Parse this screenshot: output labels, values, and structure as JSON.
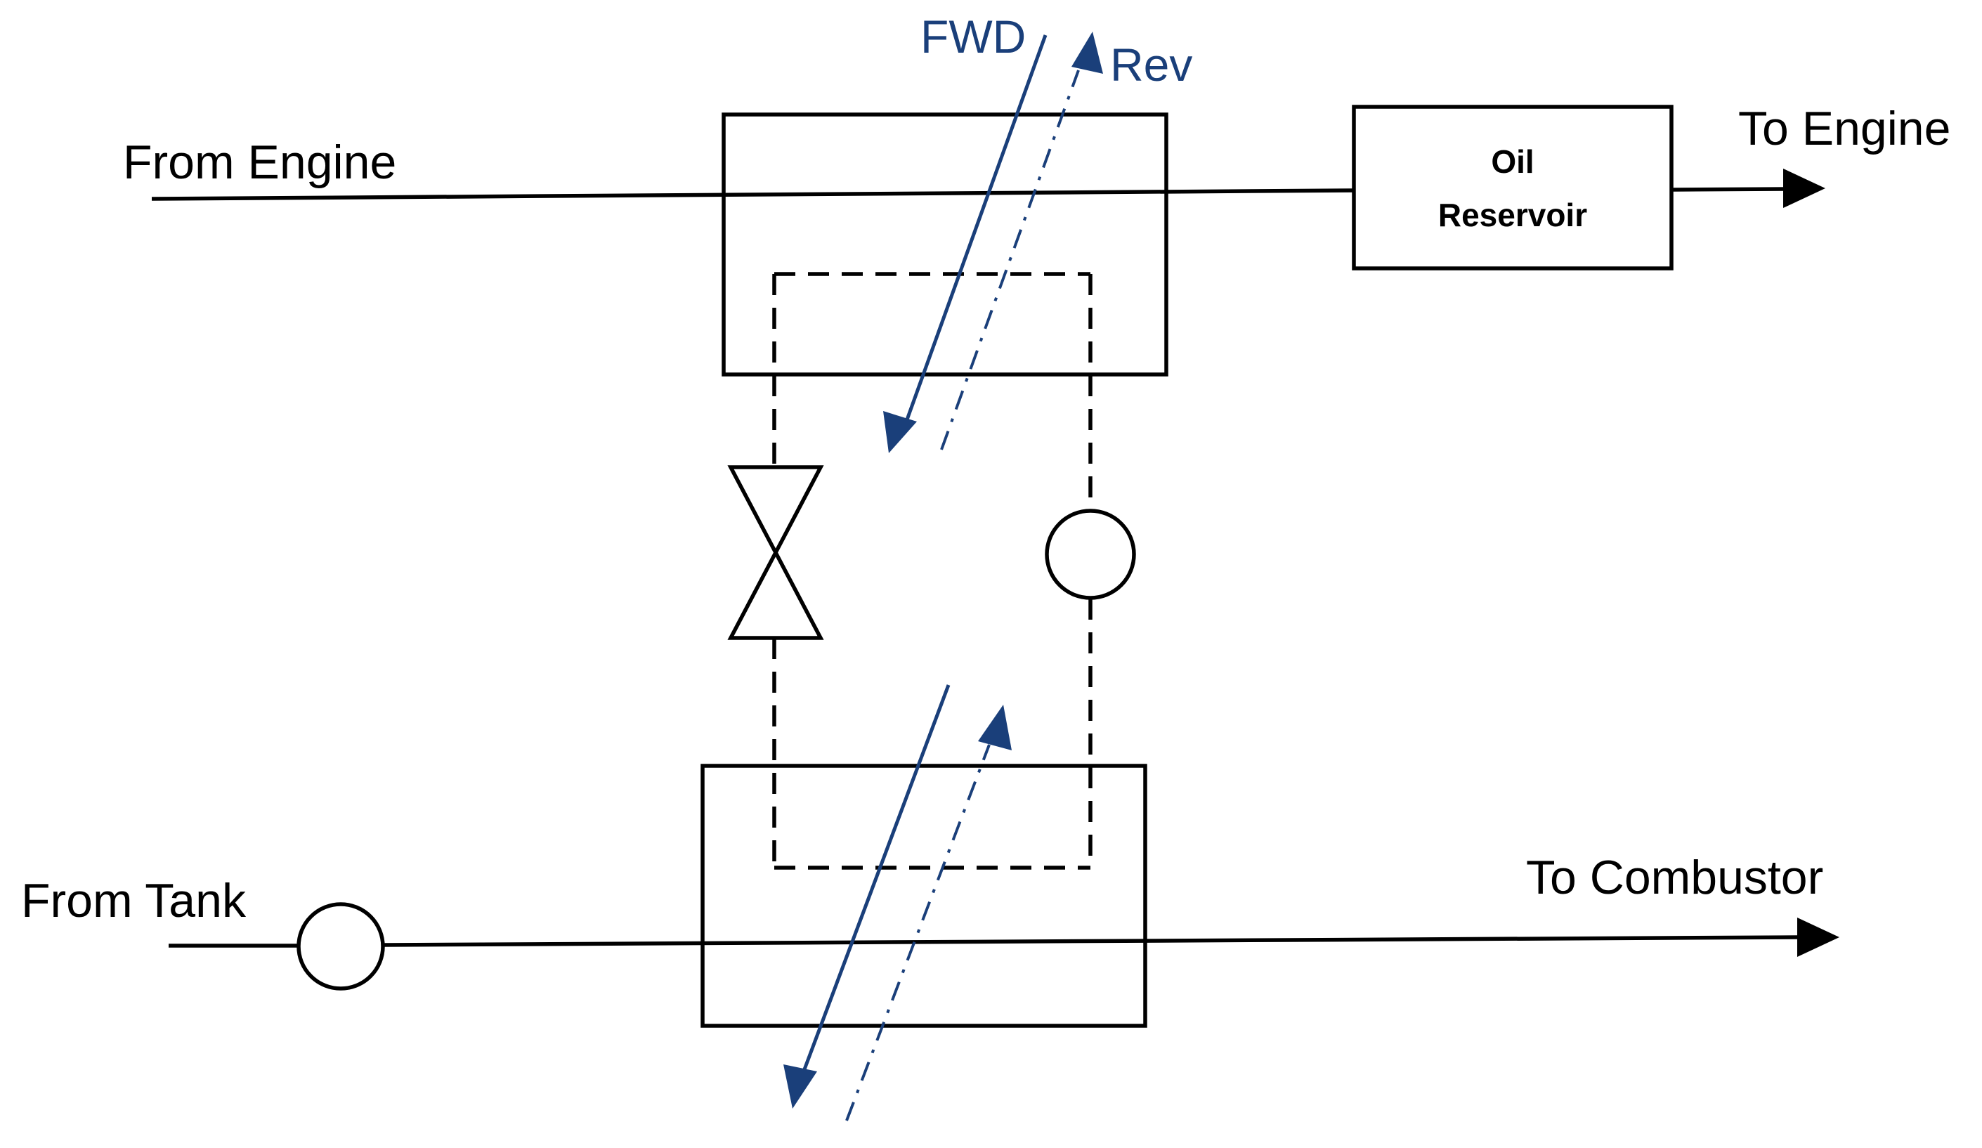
{
  "labels": {
    "from_engine": "From Engine",
    "to_engine": "To Engine",
    "from_tank": "From Tank",
    "to_combustor": "To Combustor",
    "oil_reservoir_line1": "Oil",
    "oil_reservoir_line2": "Reservoir",
    "fwd": "FWD",
    "rev": "Rev"
  },
  "colors": {
    "line": "#000000",
    "flow_arrow": "#1a3f7a",
    "background": "#ffffff"
  },
  "icons": {
    "valve": "valve-icon",
    "pump_oil_loop": "pump-circle-icon",
    "pump_fuel_line": "pump-circle-icon",
    "flow_end": "arrowhead-icon"
  }
}
